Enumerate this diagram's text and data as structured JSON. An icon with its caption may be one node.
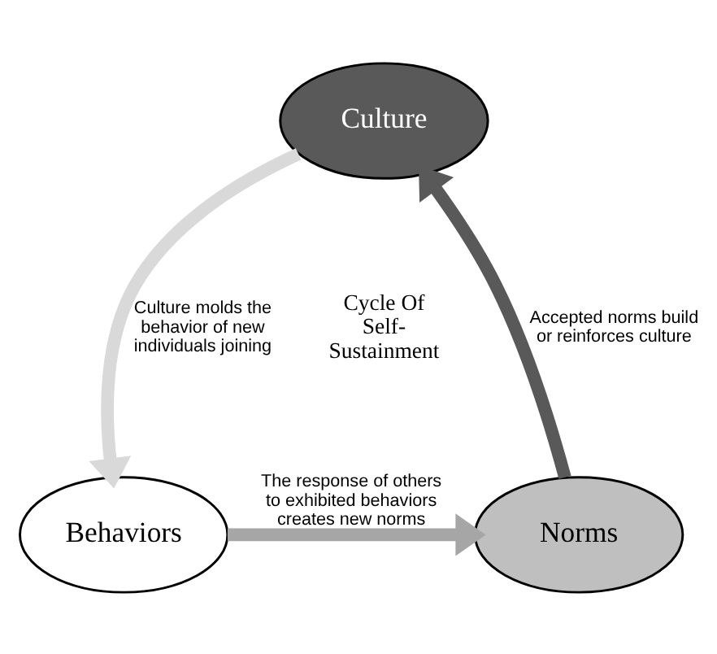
{
  "diagram": {
    "nodes": [
      {
        "text": [
          "Culture"
        ]
      },
      {
        "text": [
          "Behaviors"
        ]
      },
      {
        "text": [
          "Norms"
        ]
      }
    ],
    "edges": [
      {
        "from": 0,
        "to": 1,
        "arrow": "to",
        "label": "Culture molds the behavior of new individuals joining",
        "color": "#d9d9d9"
      },
      {
        "from": 1,
        "to": 2,
        "arrow": "to",
        "label": "The response of others to exhibited behaviors creates new norms",
        "color": "#a6a6a6"
      },
      {
        "from": 2,
        "to": 0,
        "arrow": "to",
        "label": "Accepted norms build or reinforces culture",
        "color": "#595959"
      }
    ],
    "labels": [
      "Cycle Of Self-Sustainment"
    ]
  }
}
